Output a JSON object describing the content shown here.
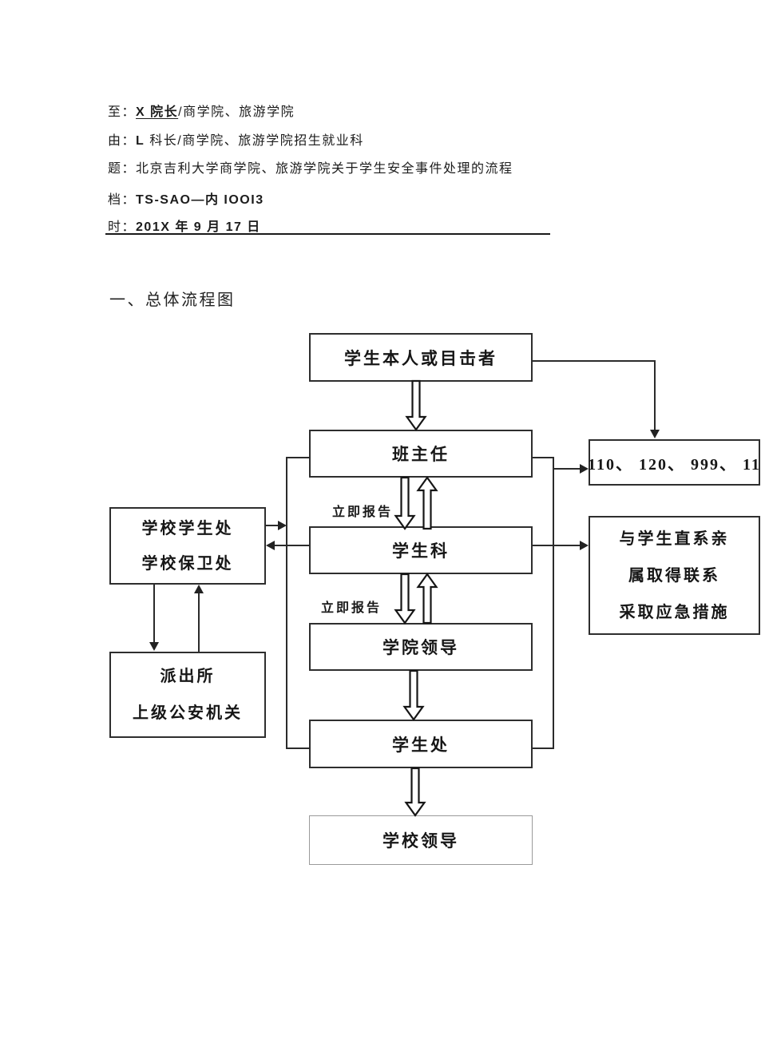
{
  "document": {
    "header_lines": [
      {
        "label": "至：",
        "em": "X 院长",
        "rest": "/商学院、旅游学院"
      },
      {
        "label": "由：",
        "em": "L",
        "rest": " 科长/商学院、旅游学院招生就业科"
      },
      {
        "label": "题：",
        "em": "",
        "rest": "北京吉利大学商学院、旅游学院关于学生安全事件处理的流程"
      },
      {
        "label": "档：",
        "em": "TS-SAO—内 IOOI3",
        "rest": ""
      },
      {
        "label": "时：",
        "em": "201X 年 9 月 17 日",
        "rest": ""
      }
    ],
    "section_title": "一、总体流程图"
  },
  "flowchart": {
    "nodes": {
      "reporter": "学生本人或目击者",
      "class_teacher": "班主任",
      "student_section": "学生科",
      "college_leader": "学院领导",
      "student_affairs_office": "学生处",
      "school_leader": "学校领导",
      "school_student_office_line1": "学校学生处",
      "school_student_office_line2": "学校保卫处",
      "police_line1": "派出所",
      "police_line2": "上级公安机关",
      "emergency_call": "110、 120、 999、 11",
      "family_contact_line1": "与学生直系亲",
      "family_contact_line2": "属取得联系",
      "family_contact_line3": "采取应急措施"
    },
    "edge_labels": {
      "report1": "立即报告",
      "report2": "立即报告"
    }
  },
  "colors": {
    "line": "#2b2b2b",
    "node_border": "#2e2e2e",
    "light_border": "#9a9a9a",
    "background": "#ffffff"
  }
}
